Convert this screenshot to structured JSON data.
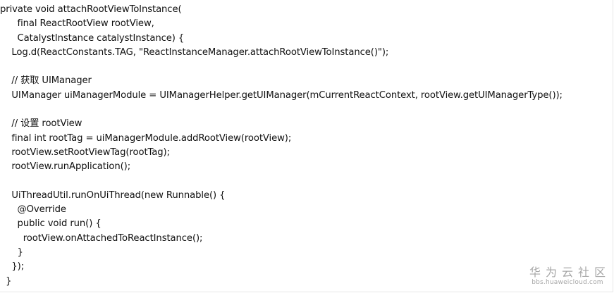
{
  "code_lines": [
    "private void attachRootViewToInstance(",
    "      final ReactRootView rootView,",
    "      CatalystInstance catalystInstance) {",
    "    Log.d(ReactConstants.TAG, \"ReactInstanceManager.attachRootViewToInstance()\");",
    "",
    "    // 获取 UIManager",
    "    UIManager uiManagerModule = UIManagerHelper.getUIManager(mCurrentReactContext, rootView.getUIManagerType());",
    "",
    "    // 设置 rootView",
    "    final int rootTag = uiManagerModule.addRootView(rootView);",
    "    rootView.setRootViewTag(rootTag);",
    "    rootView.runApplication();",
    "",
    "    UiThreadUtil.runOnUiThread(new Runnable() {",
    "      @Override",
    "      public void run() {",
    "        rootView.onAttachedToReactInstance();",
    "      }",
    "    });",
    "  }"
  ],
  "watermark": {
    "brand": "华为云社区",
    "url": "bbs.huaweicloud.com"
  }
}
